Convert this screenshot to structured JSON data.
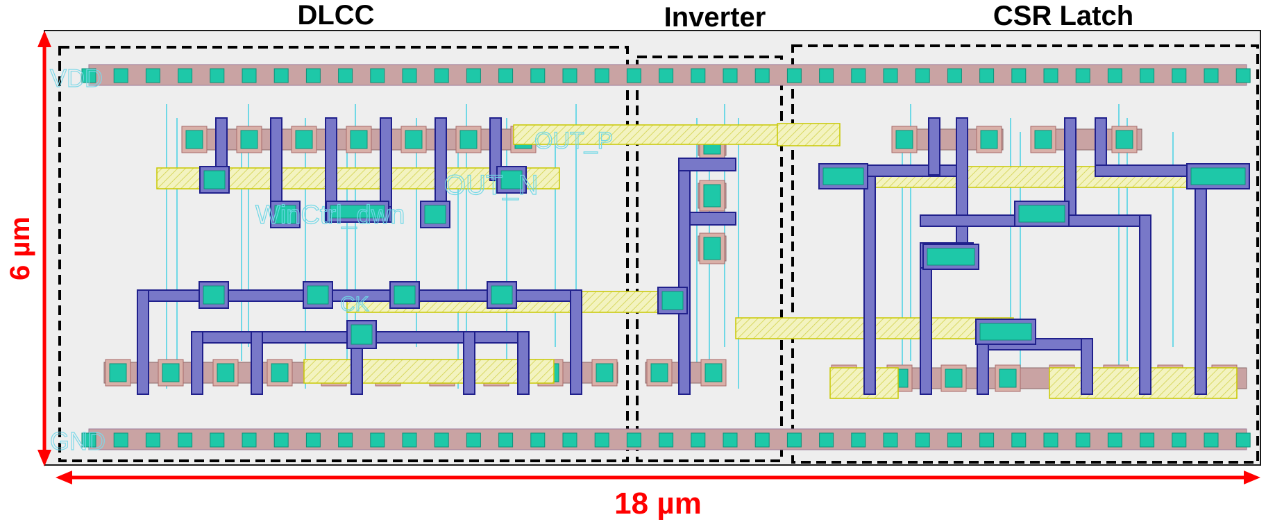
{
  "sections": [
    {
      "title": "DLCC"
    },
    {
      "title": "Inverter"
    },
    {
      "title": "CSR Latch"
    }
  ],
  "dimensions": {
    "height_label": "6 µm",
    "width_label": "18 µm"
  },
  "layout_labels": {
    "vdd": "VDD",
    "gnd": "GND",
    "win_ctrl": "WinCtrl_dwn",
    "clk": "CK",
    "out_n": "OUT_N",
    "out_p": "OUT_P"
  },
  "colors": {
    "arrow": "#ff0000",
    "rail_fill": "#c9a3a3",
    "contact": "#1ec8a8",
    "metal1": "#7878c8",
    "metal1_stroke": "#20208c",
    "metal2": "#e6e6a0",
    "metal2_stroke": "#c8c800",
    "via": "#28c8ff",
    "substrate": "#efefef"
  }
}
